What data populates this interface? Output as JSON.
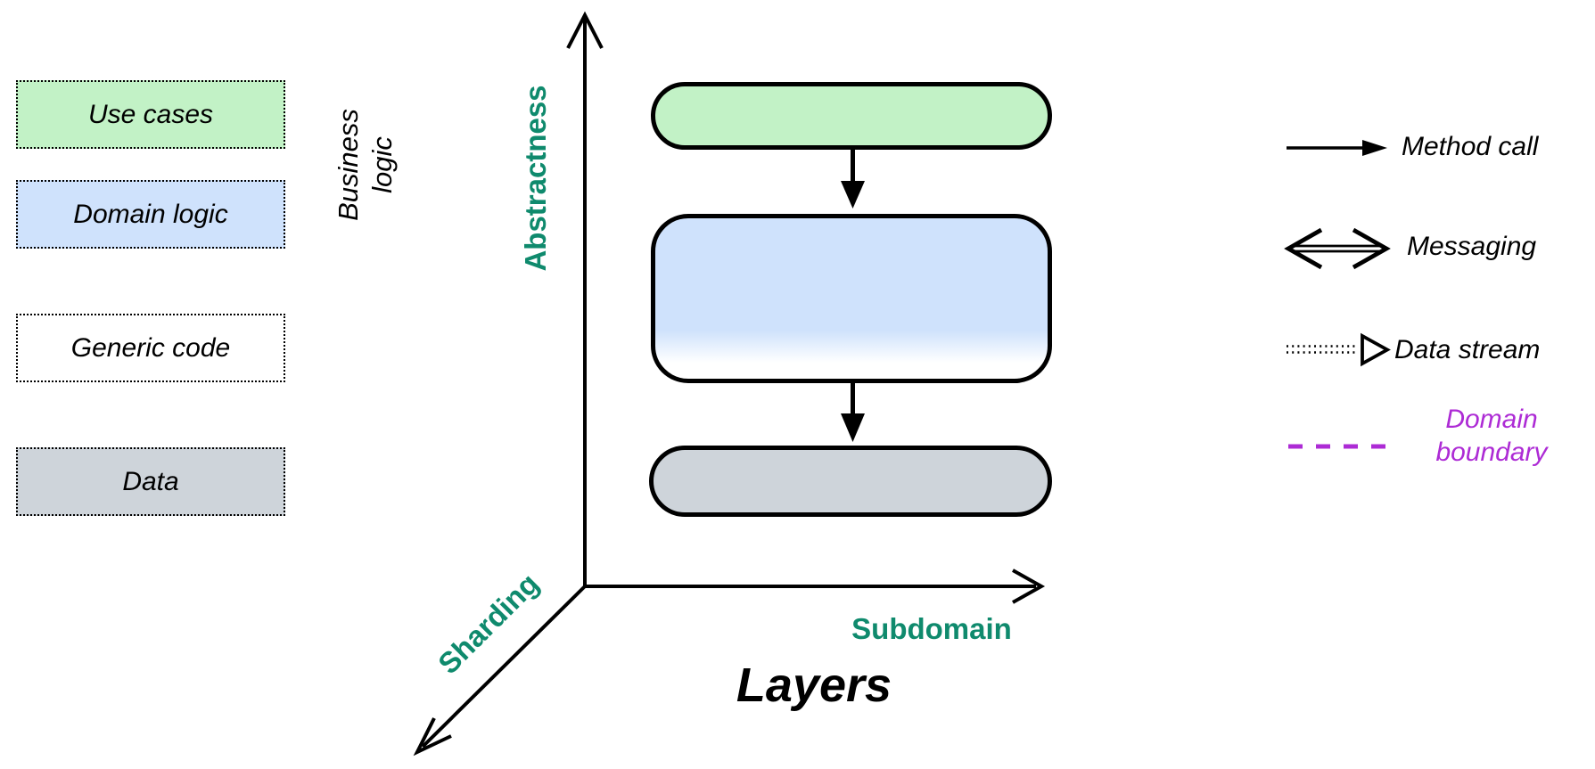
{
  "palette": {
    "use_cases_green": "#c2f2c6",
    "domain_logic_blue": "#cfe2fc",
    "data_gray": "#ced4da",
    "axis_teal": "#0f8a6d",
    "domain_boundary_magenta": "#ad2bd5",
    "line_black": "#000000"
  },
  "left_legend": {
    "items": [
      {
        "label": "Use cases"
      },
      {
        "label": "Domain logic"
      },
      {
        "label": "Generic code"
      },
      {
        "label": "Data"
      }
    ],
    "group_label": [
      "Business",
      "logic"
    ]
  },
  "axes": {
    "vertical_label": "Abstractness",
    "horizontal_label": "Subdomain",
    "diagonal_label": "Sharding",
    "title": "Layers"
  },
  "right_legend": {
    "items": [
      {
        "label": "Method call"
      },
      {
        "label": "Messaging"
      },
      {
        "label": "Data stream"
      },
      {
        "label": "Domain boundary"
      }
    ]
  }
}
